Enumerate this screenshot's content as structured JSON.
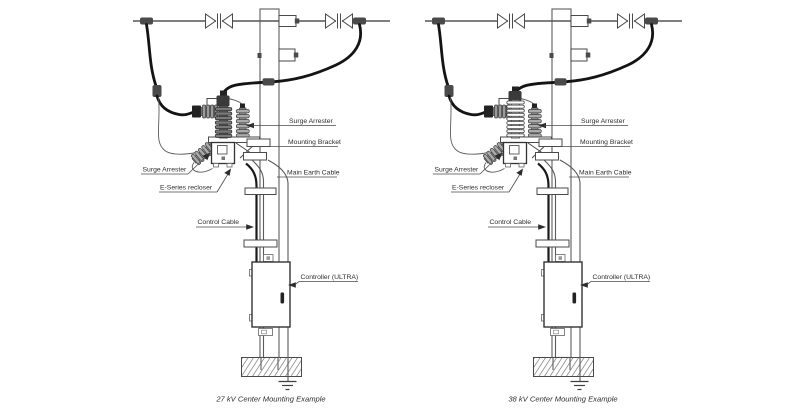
{
  "colors": {
    "background": "#ffffff",
    "line": "#4a4a4a",
    "cable": "#141414",
    "text": "#2d2d2d"
  },
  "diagrams": [
    {
      "caption": "27 kV Center Mounting Example",
      "labels": {
        "surge_arrester_top": "Surge Arrester",
        "mounting_bracket": "Mounting Bracket",
        "main_earth_cable": "Main Earth Cable",
        "surge_arrester_side": "Surge Arrester",
        "recloser": "E-Series recloser",
        "control_cable": "Control Cable",
        "controller": "Controller (ULTRA)"
      }
    },
    {
      "caption": "38 kV Center Mounting Example",
      "labels": {
        "surge_arrester_top": "Surge Arrester",
        "mounting_bracket": "Mounting Bracket",
        "main_earth_cable": "Main Earth Cable",
        "surge_arrester_side": "Surge Arrester",
        "recloser": "E-Series recloser",
        "control_cable": "Control Cable",
        "controller": "Controller (ULTRA)"
      }
    }
  ]
}
